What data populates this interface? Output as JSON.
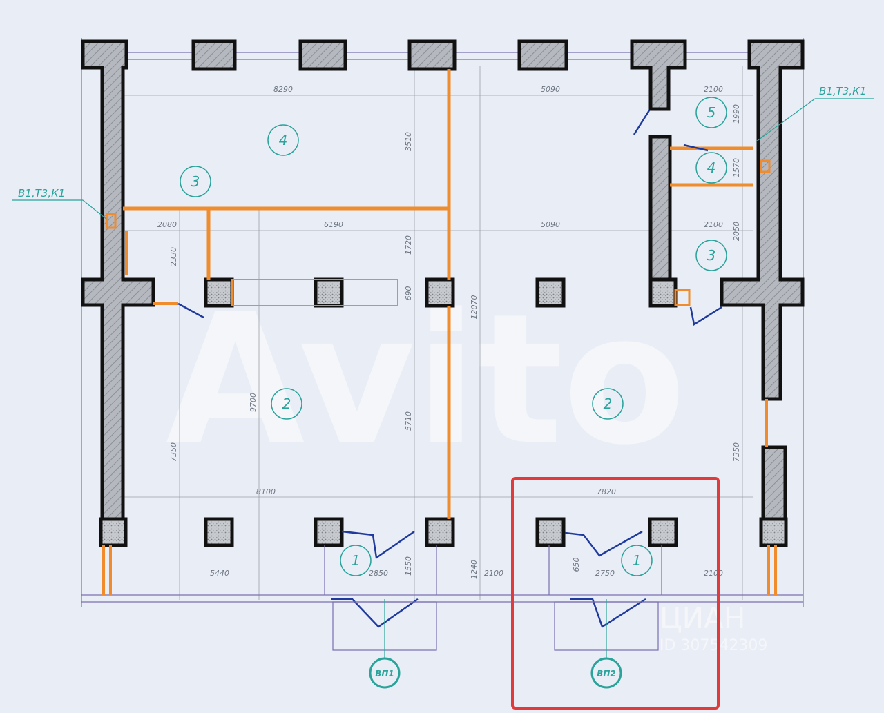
{
  "colors": {
    "background": "#e9edf6",
    "wall_fill": "#b5b9bf",
    "wall_stroke": "#111111",
    "pipe": "#f08c2c",
    "annotation": "#2aa39a",
    "highlight": "#e03a3a",
    "door": "#1f3a9e",
    "dimension": "#6d7580"
  },
  "callouts": {
    "left": "В1,Т3,К1",
    "right": "В1,Т3,К1"
  },
  "rooms": [
    {
      "number": "4"
    },
    {
      "number": "3"
    },
    {
      "number": "2"
    },
    {
      "number": "1"
    },
    {
      "number": "2"
    },
    {
      "number": "1"
    },
    {
      "number": "5"
    },
    {
      "number": "4"
    },
    {
      "number": "3"
    }
  ],
  "entrances": [
    {
      "label": "ВП1"
    },
    {
      "label": "ВП2"
    }
  ],
  "dimensions": {
    "top_left": "8290",
    "top_right": "5090",
    "top_right_small": "2100",
    "right_small_v1": "1990",
    "right_small_v2": "1570",
    "mid_left_a": "2080",
    "mid_left_b": "6190",
    "mid_right": "5090",
    "mid_right_small": "2100",
    "right_v3": "2050",
    "v_3510": "3510",
    "v_1720": "1720",
    "v_690": "690",
    "v_12070": "12070",
    "v_2330": "2330",
    "v_9700": "9700",
    "v_5710": "5710",
    "v_7350_left": "7350",
    "v_7350_right": "7350",
    "bottom_left": "8100",
    "bottom_right": "7820",
    "b_5440": "5440",
    "b_2850": "2850",
    "b_1550": "1550",
    "b_1240": "1240",
    "b_2100": "2100",
    "b_2750": "2750",
    "b_650": "650",
    "b_2100_right": "2100"
  },
  "watermark": {
    "brand": "Avito",
    "company": "ЦИАН",
    "id": "ID 307542309"
  }
}
